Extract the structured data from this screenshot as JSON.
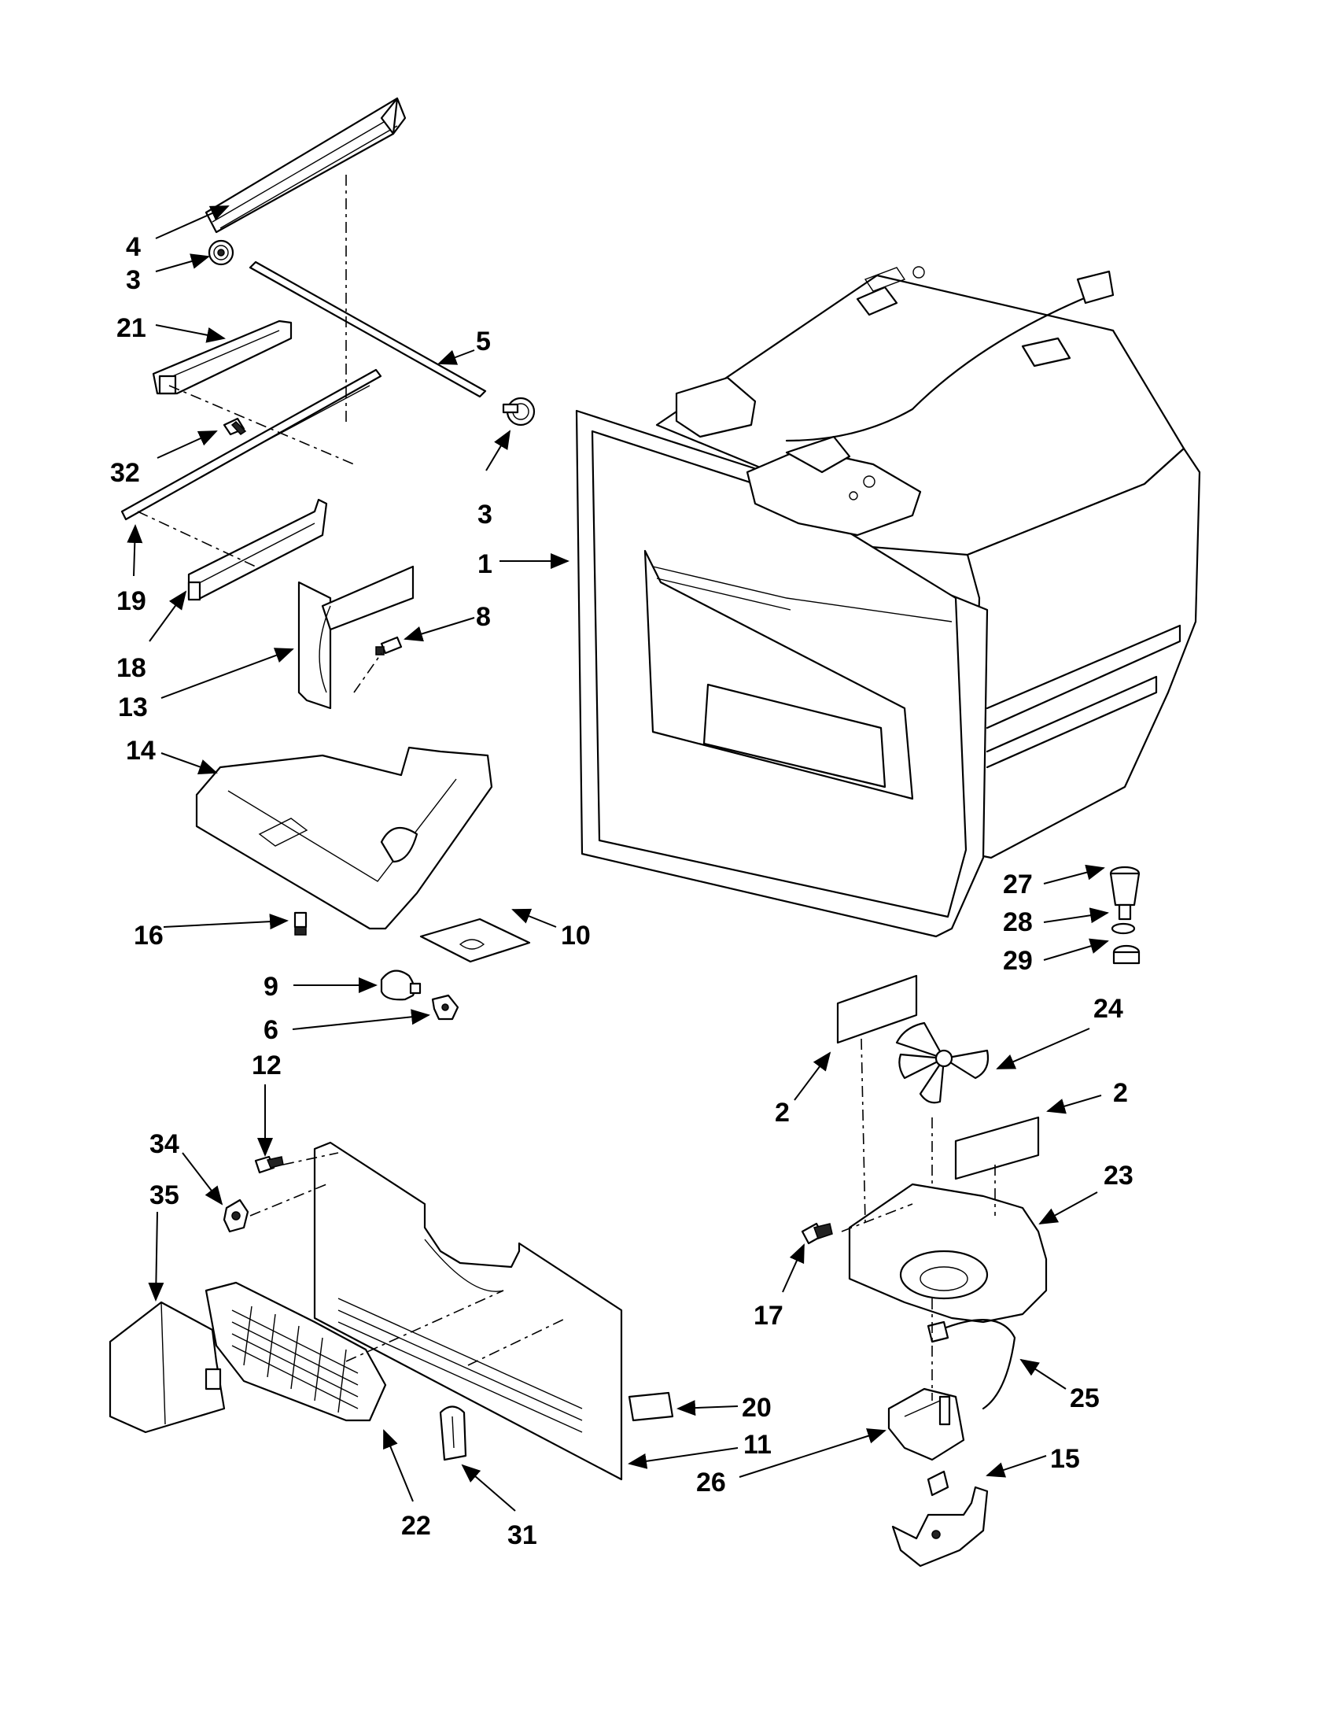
{
  "diagram": {
    "callouts": [
      "4",
      "3",
      "21",
      "5",
      "32",
      "3",
      "1",
      "19",
      "18",
      "8",
      "13",
      "14",
      "16",
      "10",
      "9",
      "6",
      "12",
      "34",
      "35",
      "27",
      "28",
      "29",
      "24",
      "2",
      "2",
      "23",
      "17",
      "20",
      "25",
      "11",
      "26",
      "15",
      "22",
      "31"
    ]
  }
}
